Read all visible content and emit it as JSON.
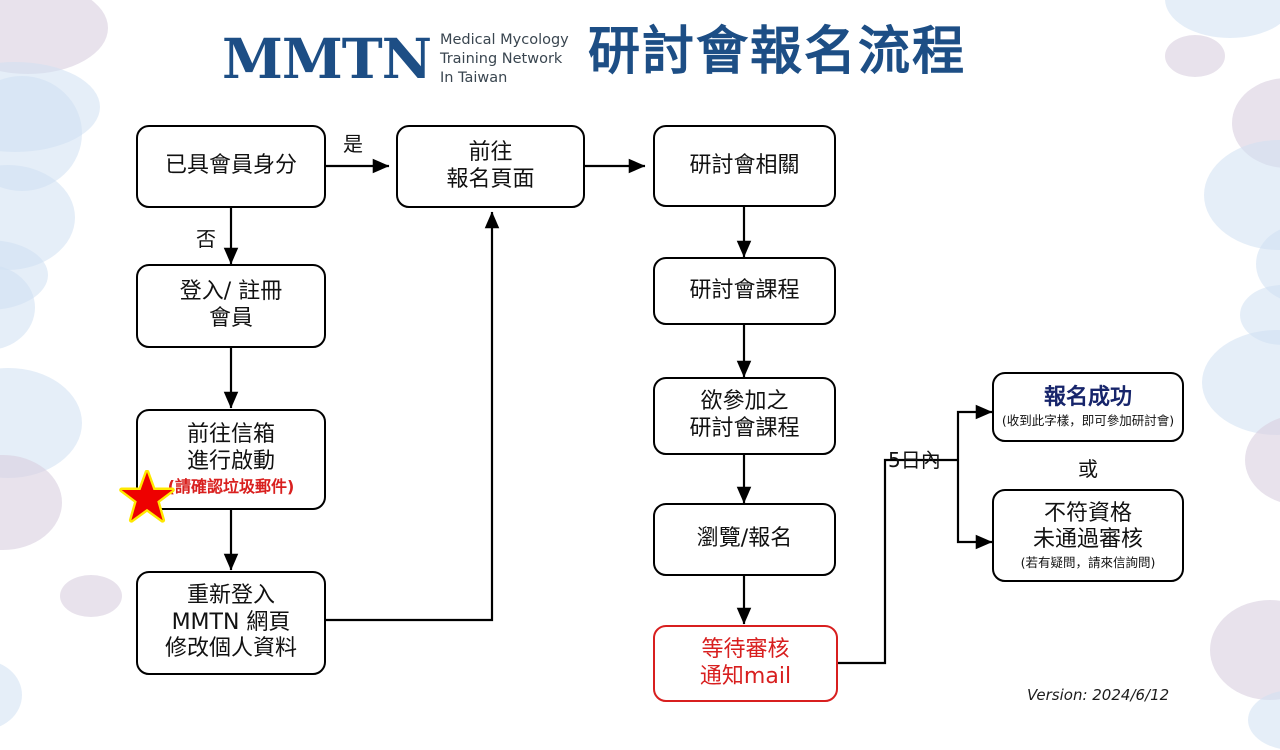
{
  "header": {
    "logo_mark": "MMTN",
    "logo_sub_lines": [
      "Medical Mycology",
      "Training Network",
      "In Taiwan"
    ],
    "title": "研討會報名流程",
    "brand_color": "#1d4e85"
  },
  "footer": {
    "version": "Version: 2024/6/12"
  },
  "colors": {
    "brand_blue": "#1d4e85",
    "box_line": "#000000",
    "alert_red": "#d81f1f",
    "note_red": "#d9201f",
    "success_blue": "#17256b",
    "blob_blue": "#cfe0f2",
    "blob_lavender": "#d8cfe0"
  },
  "flow": {
    "nodes": [
      {
        "id": "member-status",
        "lines": [
          "已具會員身分"
        ]
      },
      {
        "id": "login-register",
        "lines": [
          "登入/ 註冊",
          "會員"
        ]
      },
      {
        "id": "activate-mail",
        "lines": [
          "前往信箱",
          "進行啟動"
        ],
        "note": "(請確認垃圾郵件)",
        "note_style": "red"
      },
      {
        "id": "relogin-profile",
        "lines": [
          "重新登入",
          "MMTN 網頁",
          "修改個人資料"
        ]
      },
      {
        "id": "signup-page",
        "lines": [
          "前往",
          "報名頁面"
        ]
      },
      {
        "id": "seminar-info",
        "lines": [
          "研討會相關"
        ]
      },
      {
        "id": "seminar-course",
        "lines": [
          "研討會課程"
        ]
      },
      {
        "id": "desired-course",
        "lines": [
          "欲參加之",
          "研討會課程"
        ]
      },
      {
        "id": "browse-signup",
        "lines": [
          "瀏覽/報名"
        ]
      },
      {
        "id": "await-review",
        "lines": [
          "等待審核",
          "通知mail"
        ],
        "style": "red"
      },
      {
        "id": "signup-success",
        "title": "報名成功",
        "note": "(收到此字樣，即可參加研討會)",
        "note_style": "small",
        "style": "success"
      },
      {
        "id": "not-qualified",
        "lines": [
          "不符資格",
          "未通過審核"
        ],
        "note": "(若有疑問，請來信詢問)",
        "note_style": "small"
      }
    ],
    "edge_labels": [
      {
        "id": "yes",
        "text": "是"
      },
      {
        "id": "no",
        "text": "否"
      },
      {
        "id": "within-5d",
        "text": "5日內"
      },
      {
        "id": "or",
        "text": "或"
      }
    ]
  }
}
